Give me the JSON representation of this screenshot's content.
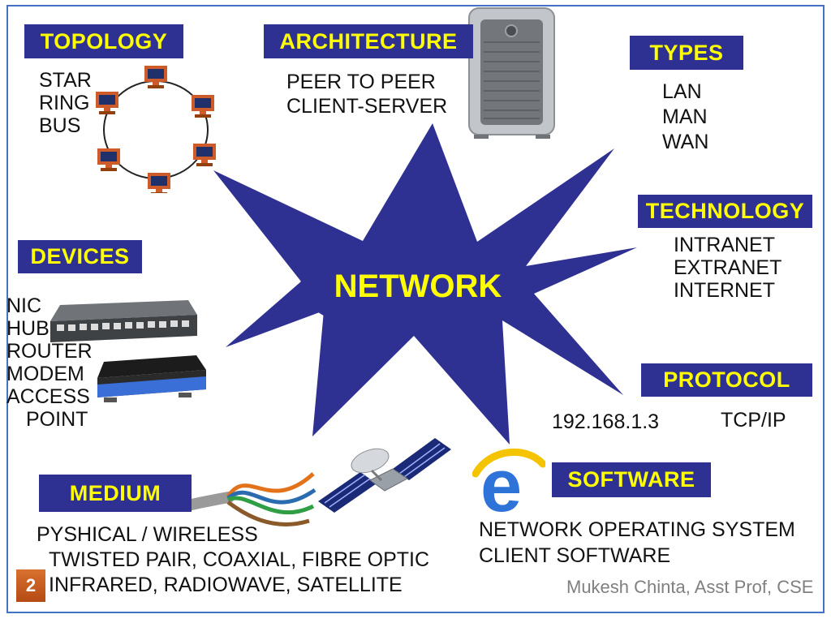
{
  "slide": {
    "center_label": "NETWORK",
    "number": "2",
    "footer": "Mukesh Chinta, Asst Prof, CSE"
  },
  "sections": {
    "topology": {
      "title": "TOPOLOGY",
      "items": [
        "STAR",
        "RING",
        "BUS"
      ]
    },
    "architecture": {
      "title": "ARCHITECTURE",
      "items": [
        "PEER TO PEER",
        "CLIENT-SERVER"
      ]
    },
    "types": {
      "title": "TYPES",
      "items": [
        "LAN",
        "MAN",
        "WAN"
      ]
    },
    "technology": {
      "title": "TECHNOLOGY",
      "items": [
        "INTRANET",
        "EXTRANET",
        "INTERNET"
      ]
    },
    "devices": {
      "title": "DEVICES",
      "items": [
        "NIC",
        "HUB",
        "ROUTER",
        "MODEM",
        "ACCESS",
        "POINT"
      ]
    },
    "protocol": {
      "title": "PROTOCOL",
      "ip_address": "192.168.1.3",
      "items": [
        "TCP/IP"
      ]
    },
    "medium": {
      "title": "MEDIUM",
      "items": [
        "PYSHICAL / WIRELESS",
        "TWISTED PAIR, COAXIAL, FIBRE OPTIC",
        "INFRARED, RADIOWAVE, SATELLITE"
      ]
    },
    "software": {
      "title": "SOFTWARE",
      "items": [
        "NETWORK OPERATING SYSTEM",
        "CLIENT SOFTWARE"
      ]
    }
  },
  "icons": {
    "ring_topology": "ring-topology-icon",
    "server_tower": "server-tower-icon",
    "network_switch": "network-switch-icon",
    "router": "router-icon",
    "twisted_pair": "twisted-pair-cable-icon",
    "satellite": "satellite-icon",
    "ie_logo": "internet-explorer-icon"
  },
  "colors": {
    "box_blue": "#2E3192",
    "label_yellow": "#FFFF00",
    "text_black": "#111111",
    "footer_gray": "#7F7F7F",
    "slide_number_orange": "#C3561F",
    "frame_blue": "#4472C4",
    "ie_blue": "#2E73D8",
    "ie_yellow": "#F5C400"
  }
}
